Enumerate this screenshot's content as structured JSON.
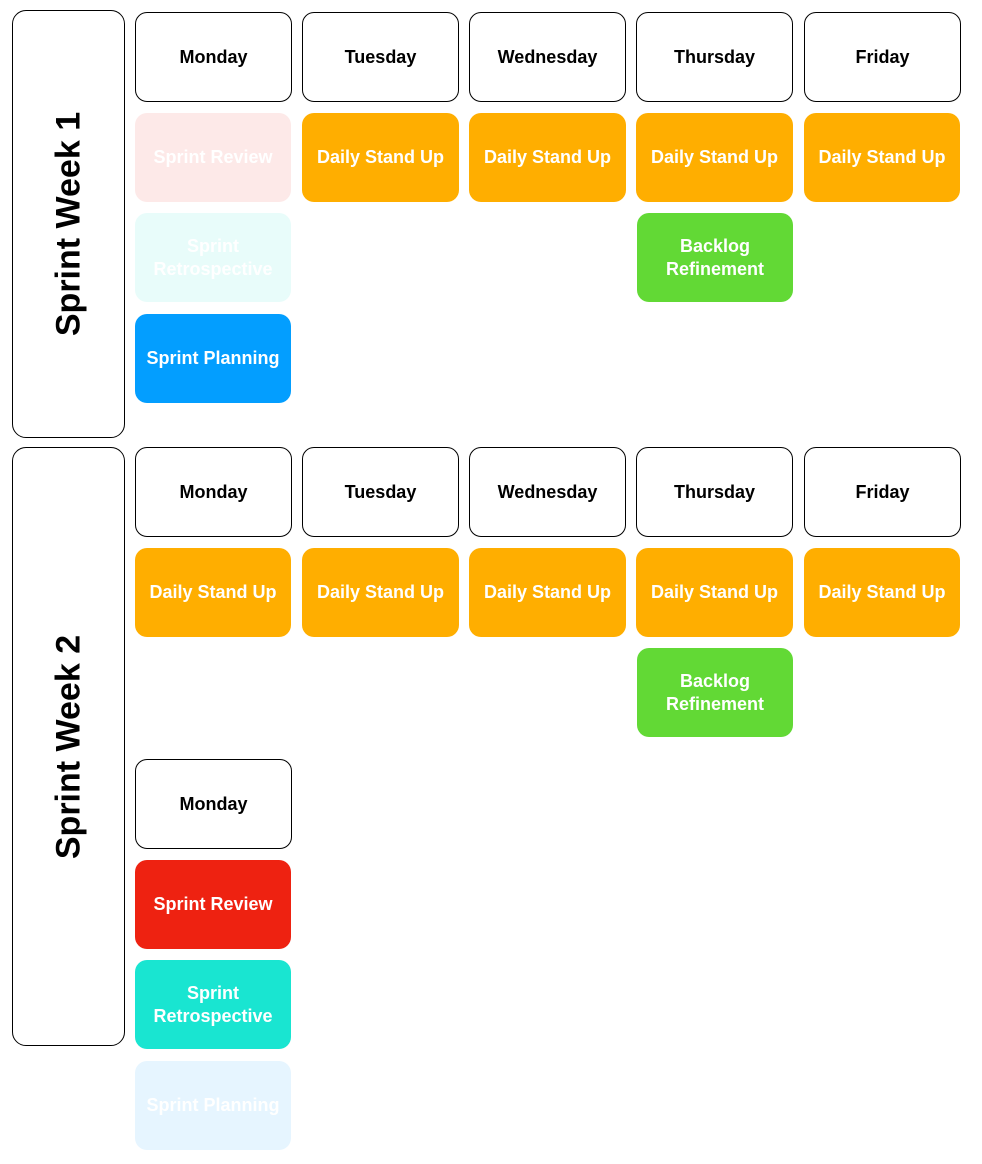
{
  "colors": {
    "standup": "#FFAE00",
    "refinement": "#62D935",
    "planning": "#039EFF",
    "review": "#EE2211",
    "retro": "#19E5D1",
    "review_faded": "#FDE9E8",
    "retro_faded": "#E8FCFA",
    "planning_faded": "#E6F5FF"
  },
  "weeks": [
    {
      "label": "Sprint Week 1",
      "days": [
        "Monday",
        "Tuesday",
        "Wednesday",
        "Thursday",
        "Friday"
      ],
      "monday_events": [
        "Sprint Review",
        "Sprint Retrospective",
        "Sprint Planning"
      ],
      "standups": [
        "Daily Stand Up",
        "Daily Stand Up",
        "Daily Stand Up",
        "Daily Stand Up"
      ],
      "refinement": "Backlog Refinement"
    },
    {
      "label": "Sprint Week 2",
      "days": [
        "Monday",
        "Tuesday",
        "Wednesday",
        "Thursday",
        "Friday"
      ],
      "standups": [
        "Daily Stand Up",
        "Daily Stand Up",
        "Daily Stand Up",
        "Daily Stand Up",
        "Daily Stand Up"
      ],
      "refinement": "Backlog Refinement",
      "next_day": "Monday",
      "next_events": [
        "Sprint Review",
        "Sprint Retrospective",
        "Sprint Planning"
      ]
    }
  ]
}
